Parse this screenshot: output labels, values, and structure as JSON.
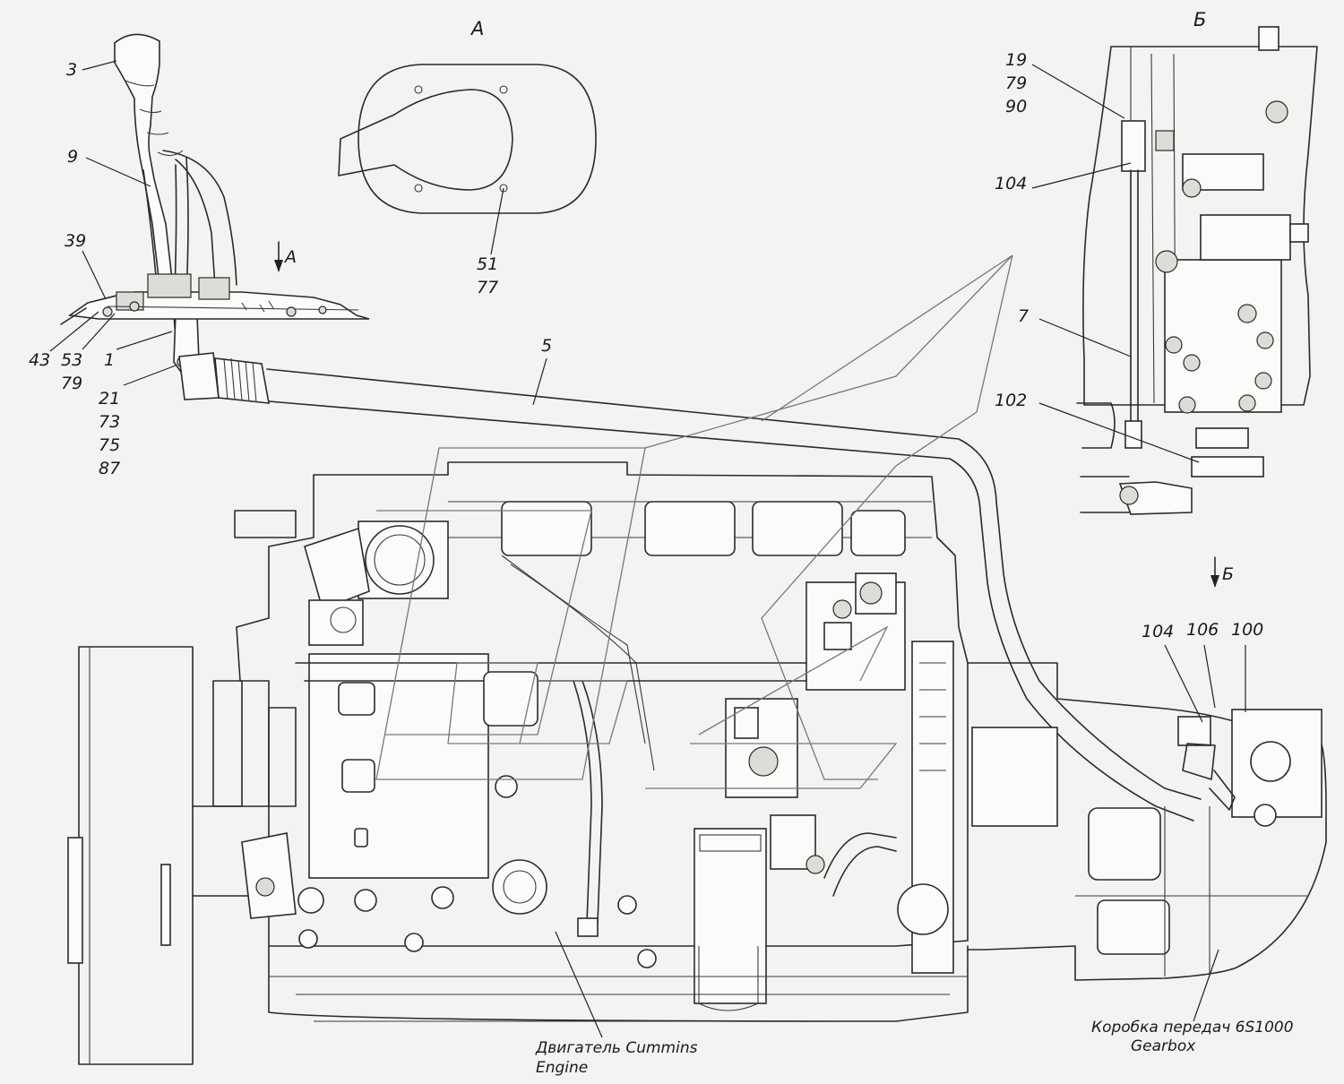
{
  "views": {
    "view_a": "A",
    "view_b": "Б",
    "arrow_a": "A",
    "arrow_b": "Б"
  },
  "callouts": {
    "c3": "3",
    "c9": "9",
    "c39": "39",
    "c43": "43",
    "c53_79": [
      "53",
      "79"
    ],
    "c1": "1",
    "c21_group": [
      "21",
      "73",
      "75",
      "87"
    ],
    "c5": "5",
    "c51_77": [
      "51",
      "77"
    ],
    "c19_group": [
      "19",
      "79",
      "90"
    ],
    "c104_top": "104",
    "c7": "7",
    "c102": "102",
    "c104_bottom": "104",
    "c106": "106",
    "c100": "100"
  },
  "captions": {
    "engine": [
      "Двигатель Cummins",
      "Engine"
    ],
    "gearbox": [
      "Коробка передач 6S1000",
      "Gearbox"
    ]
  }
}
